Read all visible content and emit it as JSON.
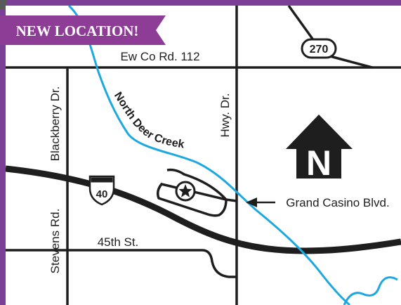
{
  "banner": {
    "text": "NEW LOCATION!"
  },
  "roads": {
    "ew_co_rd_112": "Ew Co Rd. 112",
    "blackberry_dr": "Blackberry Dr.",
    "hwy_dr": "Hwy. Dr.",
    "stevens_rd": "Stevens Rd.",
    "street_45th": "45th St.",
    "grand_casino_blvd": "Grand Casino Blvd."
  },
  "creek": {
    "name": "North Deer Creek"
  },
  "shields": {
    "route_270": "270",
    "interstate_40": "40"
  },
  "north_arrow": {
    "letter": "N"
  },
  "landmark": {
    "icon": "star-icon"
  },
  "colors": {
    "border": "#7b3f98",
    "banner": "#8e3d96",
    "creek": "#1ea8e0",
    "road": "#1e1e1e",
    "interstate": "#1e1e1e"
  }
}
